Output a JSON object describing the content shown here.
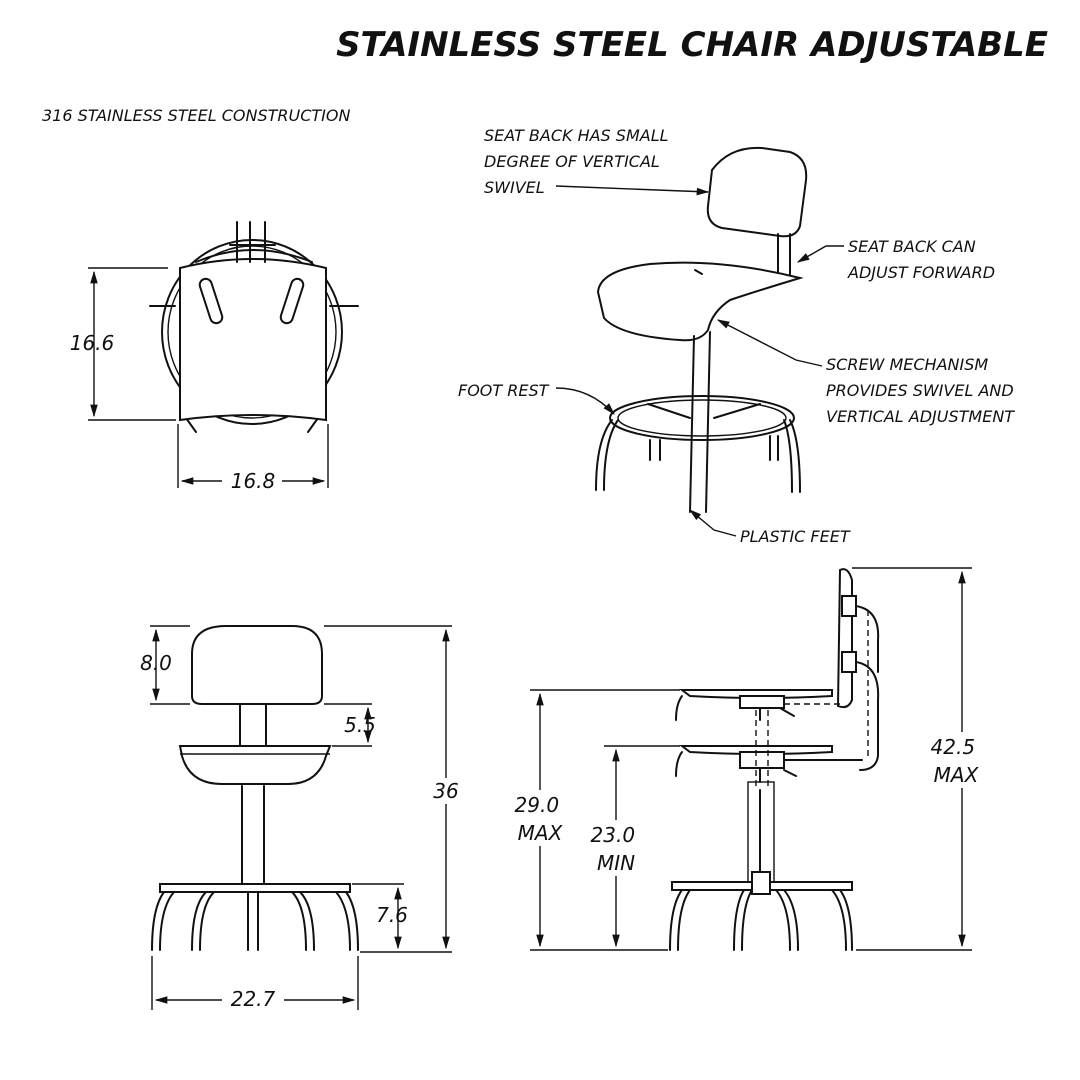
{
  "title": "STAINLESS STEEL CHAIR ADJUSTABLE",
  "subtitle": "316 STAINLESS STEEL CONSTRUCTION",
  "top_view": {
    "depth": "16.6",
    "width": "16.8"
  },
  "iso_view": {
    "callouts": {
      "seat_back_swivel": [
        "SEAT BACK HAS SMALL",
        "DEGREE OF VERTICAL",
        "SWIVEL"
      ],
      "seat_back_forward": [
        "SEAT BACK CAN",
        "ADJUST FORWARD"
      ],
      "screw_mechanism": [
        "SCREW MECHANISM",
        "PROVIDES SWIVEL AND",
        "VERTICAL ADJUSTMENT"
      ],
      "foot_rest": "FOOT REST",
      "plastic_feet": "PLASTIC FEET"
    }
  },
  "front_view": {
    "back_height": "8.0",
    "back_gap": "5.5",
    "overall_height": "36",
    "footrest_height": "7.6",
    "base_width": "22.7"
  },
  "side_view": {
    "seat_max": [
      "29.0",
      "MAX"
    ],
    "seat_min": [
      "23.0",
      "MIN"
    ],
    "overall_max": [
      "42.5",
      "MAX"
    ]
  }
}
